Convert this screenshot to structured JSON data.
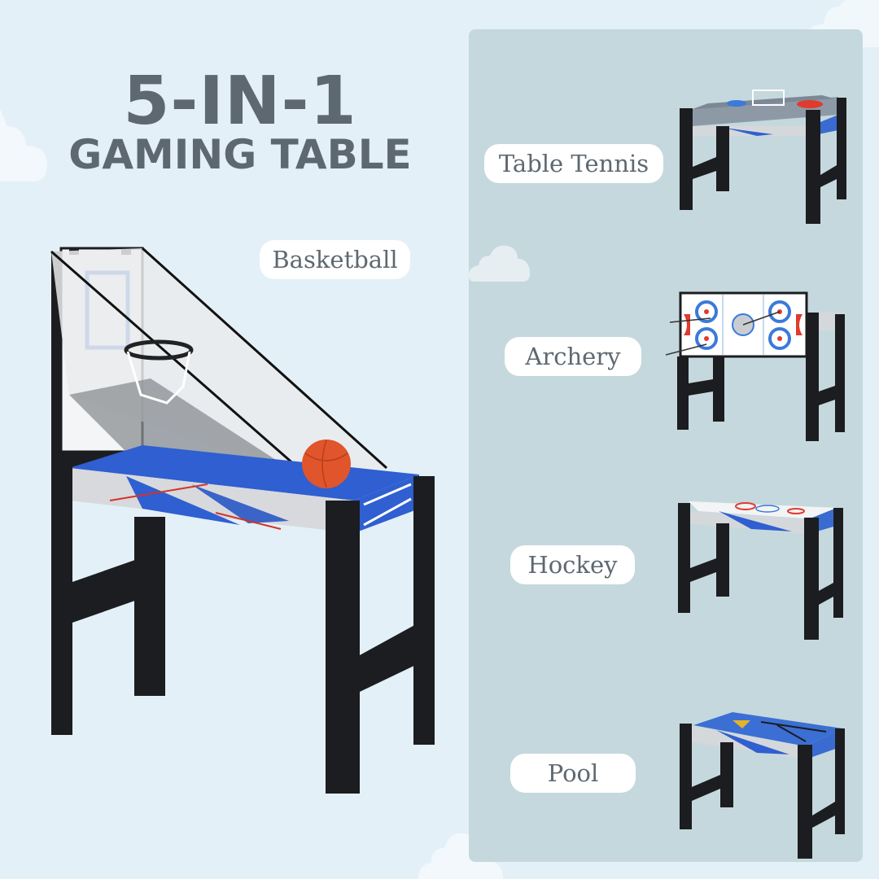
{
  "headline": {
    "line1": "5-IN-1",
    "line2": "GAMING TABLE"
  },
  "main_product": {
    "label": "Basketball"
  },
  "modes": [
    {
      "label": "Table Tennis"
    },
    {
      "label": "Archery"
    },
    {
      "label": "Hockey"
    },
    {
      "label": "Pool"
    }
  ],
  "colors": {
    "background": "#e3f0f7",
    "panel": "#c5d8dd",
    "text": "#5e6870",
    "table_blue": "#2f5fd0",
    "frame_black": "#1c1d20",
    "ball_orange": "#e0552b",
    "pill": "#ffffff"
  }
}
